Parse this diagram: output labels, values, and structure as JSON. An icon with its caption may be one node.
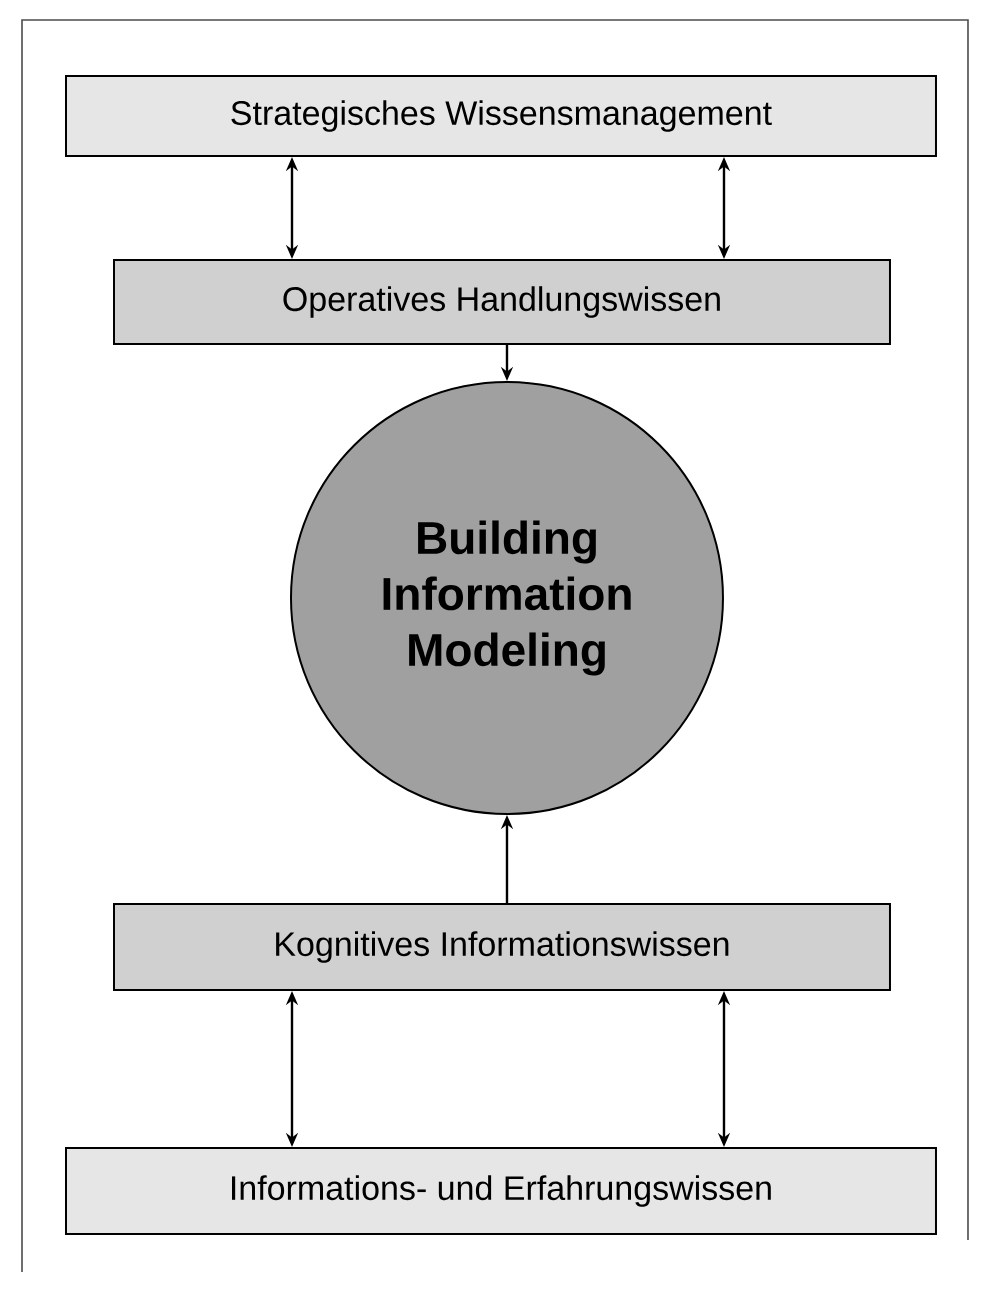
{
  "diagram": {
    "nodes": [
      {
        "text": [
          "Strategisches Wissensmanagement"
        ]
      },
      {
        "text": [
          "Operatives Handlungswissen"
        ]
      },
      {
        "text": [
          "Building Information Modeling"
        ]
      },
      {
        "text": [
          "Kognitives Informationswissen"
        ]
      },
      {
        "text": [
          "Informations- und Erfahrungswissen"
        ]
      }
    ],
    "edges": [
      {
        "from": 0,
        "to": 1,
        "arrow": "both"
      },
      {
        "from": 0,
        "to": 1,
        "arrow": "both"
      },
      {
        "from": 1,
        "to": 2,
        "arrow": "to"
      },
      {
        "from": 3,
        "to": 2,
        "arrow": "to"
      },
      {
        "from": 3,
        "to": 4,
        "arrow": "both"
      },
      {
        "from": 3,
        "to": 4,
        "arrow": "both"
      }
    ]
  }
}
